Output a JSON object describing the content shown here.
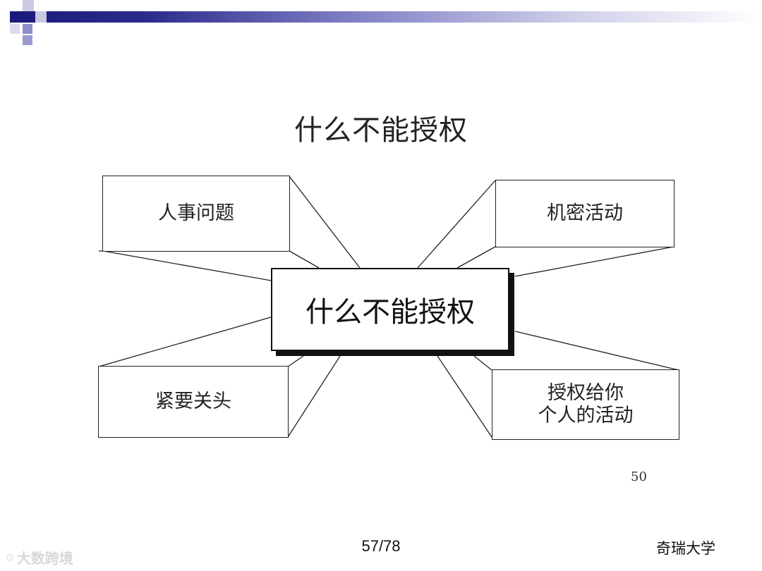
{
  "diagram": {
    "title": "什么不能授权",
    "center_label": "什么不能授权",
    "items": [
      {
        "label": "人事问题"
      },
      {
        "label": "机密活动"
      },
      {
        "label": "紧要关头"
      },
      {
        "label_line1": "授权给你",
        "label_line2": "个人的活动"
      }
    ],
    "figure_number": "50"
  },
  "footer": {
    "slide_number": "57/78",
    "organization": "奇瑞大学",
    "watermark": "大数跨境"
  },
  "colors": {
    "header_bar_dark": "#1a1a7a",
    "header_square_light": "#8e8ec8",
    "line": "#222222"
  }
}
